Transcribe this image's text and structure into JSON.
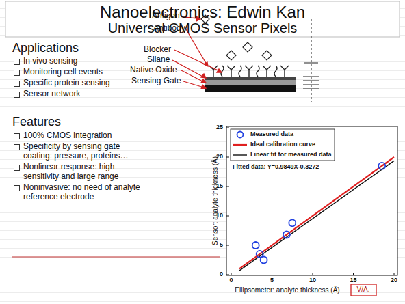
{
  "diagram": {
    "title": "Nanoelectronics: Edwin Kan",
    "labels": [
      "Universal CMOS Sensor Pixels",
      "Applications",
      "In vivo sensing",
      "Monitoring cell events",
      "Specific protein sensing",
      "Sensor network",
      "Antigen",
      "Antibody",
      "Blocker",
      "Silane",
      "Native Oxide",
      "Sensing Gate",
      "Features",
      "100% CMOS integration",
      "Specificity by sensing gate coating: pressure, proteins…",
      "Nonlinear response: high sensitivity and large range",
      "Noninvasive: no need of analyte reference electrode",
      "Fitted data: Y=0.9849X-0.3272",
      "0",
      "5",
      "10",
      "15",
      "20",
      "25",
      "0",
      "5",
      "10",
      "15",
      "20",
      "Sensor: analyte thickness (Å)",
      "Ellipsometer: analyte thickness (Å)",
      "V/A."
    ],
    "legend": [
      {
        "text": "Measured data"
      },
      {
        "text": "Ideal calibration curve"
      },
      {
        "text": "Linear fit for measured data"
      }
    ]
  }
}
